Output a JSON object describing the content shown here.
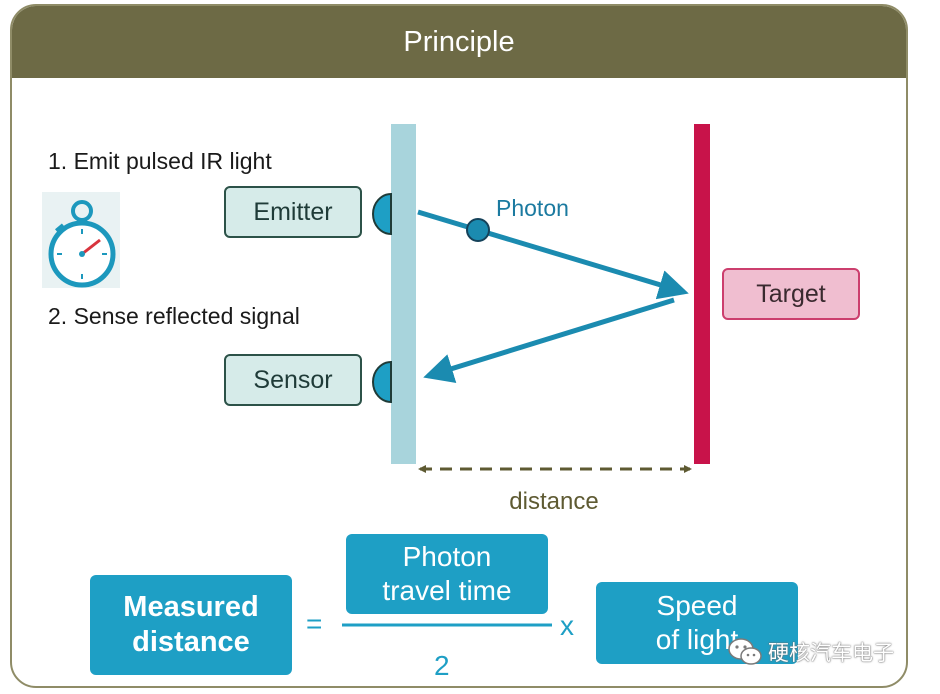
{
  "header": {
    "title": "Principle"
  },
  "steps": [
    {
      "label": "1. Emit pulsed IR  light"
    },
    {
      "label": "2. Sense reflected signal"
    }
  ],
  "devices": {
    "emitter": "Emitter",
    "sensor": "Sensor",
    "target": "Target"
  },
  "labels": {
    "photon": "Photon",
    "distance": "distance"
  },
  "formula": {
    "lhs_line1": "Measured",
    "lhs_line2": "distance",
    "equals": "=",
    "numerator_line1": "Photon",
    "numerator_line2": "travel time",
    "denominator": "2",
    "times": "x",
    "rhs_line1": "Speed",
    "rhs_line2": "of light"
  },
  "watermark": {
    "text": "硬核汽车电子"
  },
  "colors": {
    "header_bg": "#6d6a45",
    "sensor_bar": "#a8d4dc",
    "target_bar": "#c8134a",
    "arrow": "#1b8bb0",
    "distance_arrow": "#5e5a32",
    "formula_box": "#1e9fc5"
  }
}
